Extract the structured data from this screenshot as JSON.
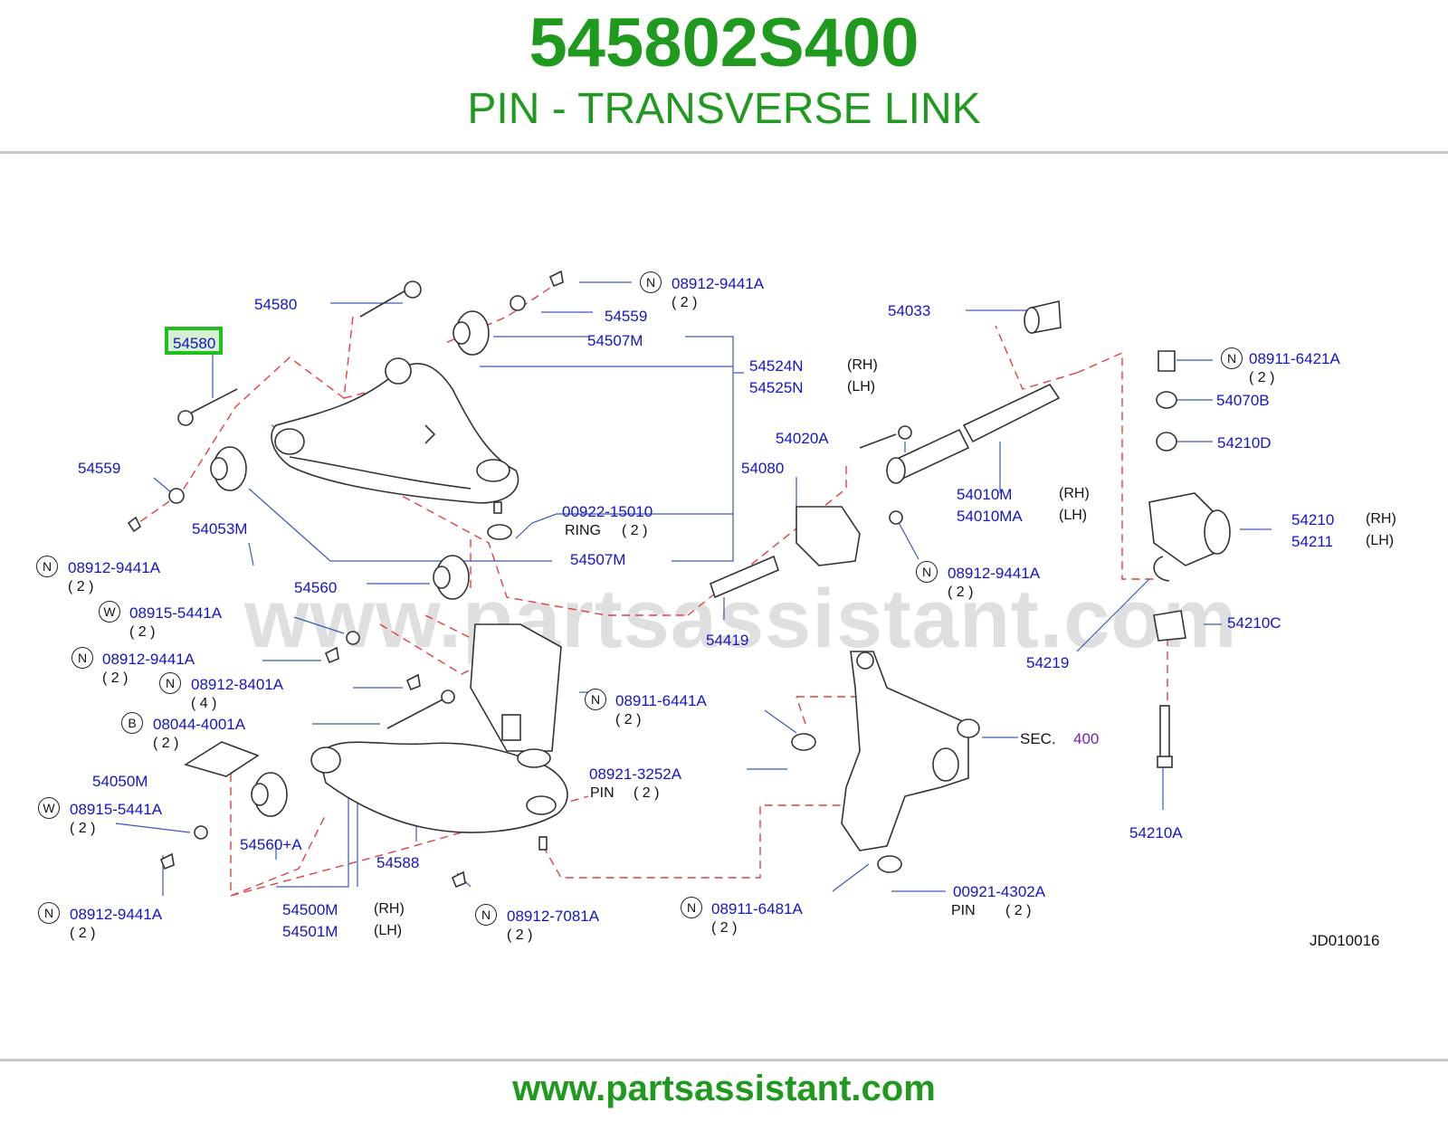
{
  "header": {
    "part_number": "545802S400",
    "part_name": "PIN - TRANSVERSE LINK"
  },
  "footer": {
    "url": "www.partsassistant.com"
  },
  "watermark": "www.partsassistant.com",
  "diagram_code": "JD010016",
  "highlight": {
    "label": "54580",
    "color": "#1fbf1f"
  },
  "colors": {
    "brand": "#1f9a1f",
    "part_label": "#1414c8",
    "section_ref": "#7a1fb8",
    "leader_dash": "#e04040"
  },
  "callouts": {
    "c1": {
      "badge": "N",
      "text": "08912-9441A",
      "qty": "( 2 )"
    },
    "c2": {
      "text": "54580"
    },
    "c3": {
      "text": "54559"
    },
    "c4": {
      "text": "54507M"
    },
    "c5": {
      "text": "54524N",
      "side": "(RH)"
    },
    "c6": {
      "text": "54525N",
      "side": "(LH)"
    },
    "c7": {
      "text": "54033"
    },
    "c8": {
      "badge": "N",
      "text": "08911-6421A",
      "qty": "( 2 )"
    },
    "c9": {
      "text": "54070B"
    },
    "c10": {
      "text": "54210D"
    },
    "c11": {
      "text": "54020A"
    },
    "c12": {
      "text": "54080"
    },
    "c13": {
      "text": "54010M",
      "side": "(RH)"
    },
    "c14": {
      "text": "54010MA",
      "side": "(LH)"
    },
    "c15": {
      "text": "54559"
    },
    "c16": {
      "text": "54053M"
    },
    "c17": {
      "text": "00922-15010",
      "sub": "RING",
      "qty": "( 2 )"
    },
    "c18": {
      "text": "54507M"
    },
    "c19": {
      "badge": "N",
      "text": "08912-9441A",
      "qty": "( 2 )"
    },
    "c20": {
      "text": "54210",
      "side": "(RH)"
    },
    "c21": {
      "text": "54211",
      "side": "(LH)"
    },
    "c22": {
      "badge": "N",
      "text": "08912-9441A",
      "qty": "( 2 )"
    },
    "c23": {
      "text": "54560"
    },
    "c24": {
      "badge": "W",
      "text": "08915-5441A",
      "qty": "( 2 )"
    },
    "c25": {
      "badge": "N",
      "text": "08912-9441A",
      "qty": "( 2 )"
    },
    "c26": {
      "badge": "N",
      "text": "08912-8401A",
      "qty": "( 4 )"
    },
    "c27": {
      "text": "54419"
    },
    "c28": {
      "text": "54219"
    },
    "c29": {
      "text": "54210C"
    },
    "c30": {
      "badge": "B",
      "text": "08044-4001A",
      "qty": "( 2 )"
    },
    "c31": {
      "badge": "N",
      "text": "08911-6441A",
      "qty": "( 2 )"
    },
    "c32": {
      "text": "54050M"
    },
    "c33": {
      "text": "08921-3252A",
      "sub": "PIN",
      "qty": "( 2 )"
    },
    "c34": {
      "text": "SEC.",
      "ref": "400"
    },
    "c35": {
      "badge": "W",
      "text": "08915-5441A",
      "qty": "( 2 )"
    },
    "c36": {
      "text": "54560+A"
    },
    "c37": {
      "text": "54588"
    },
    "c38": {
      "text": "54210A"
    },
    "c39": {
      "text": "54500M",
      "side": "(RH)"
    },
    "c40": {
      "text": "54501M",
      "side": "(LH)"
    },
    "c41": {
      "badge": "N",
      "text": "08912-9441A",
      "qty": "( 2 )"
    },
    "c42": {
      "badge": "N",
      "text": "08912-7081A",
      "qty": "( 2 )"
    },
    "c43": {
      "badge": "N",
      "text": "08911-6481A",
      "qty": "( 2 )"
    },
    "c44": {
      "text": "00921-4302A",
      "sub": "PIN",
      "qty": "( 2 )"
    }
  }
}
